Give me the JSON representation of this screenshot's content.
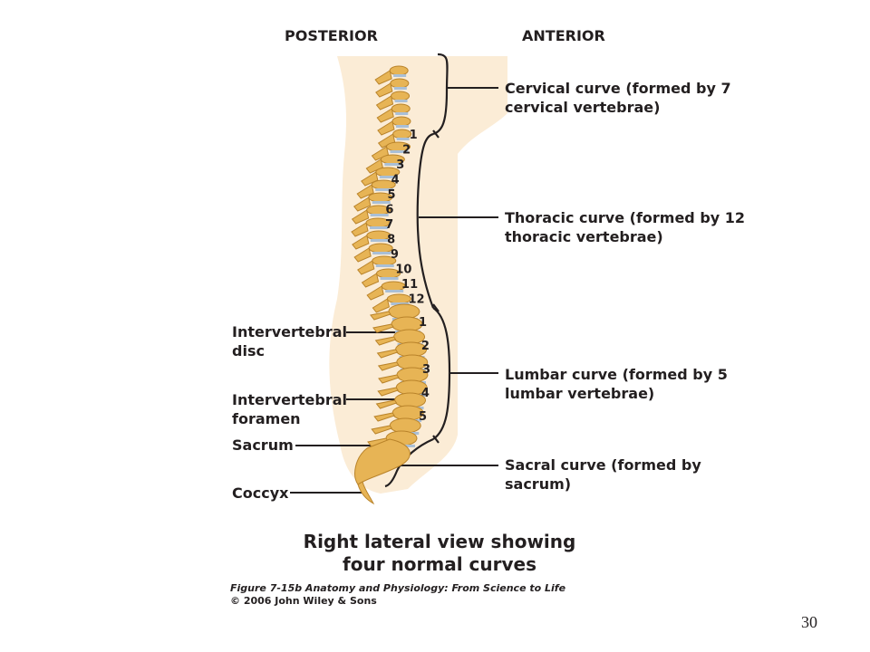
{
  "headers": {
    "posterior": "POSTERIOR",
    "anterior": "ANTERIOR"
  },
  "right_labels": {
    "cervical": "Cervical curve (formed by 7\ncervical vertebrae)",
    "thoracic": "Thoracic curve (formed by 12\nthoracic vertebrae)",
    "lumbar": "Lumbar curve (formed by 5\nlumbar vertebrae)",
    "sacral": "Sacral curve (formed by\nsacrum)"
  },
  "left_labels": {
    "disc": "Intervertebral\ndisc",
    "foramen": "Intervertebral\nforamen",
    "sacrum": "Sacrum",
    "coccyx": "Coccyx"
  },
  "thoracic_numbers": [
    "1",
    "2",
    "3",
    "4",
    "5",
    "6",
    "7",
    "8",
    "9",
    "10",
    "11",
    "12"
  ],
  "lumbar_numbers": [
    "1",
    "2",
    "3",
    "4",
    "5"
  ],
  "caption": "Right lateral view showing\nfour normal curves",
  "figure_credit": "Figure 7-15b  Anatomy and Physiology: From Science to Life",
  "copyright": "© 2006 John Wiley & Sons",
  "page_number": "30",
  "colors": {
    "body_silhouette": "#fbecd6",
    "bone": "#e7b455",
    "bone_dark": "#b9832a",
    "disc": "#a9bfd6",
    "line": "#231f20"
  }
}
